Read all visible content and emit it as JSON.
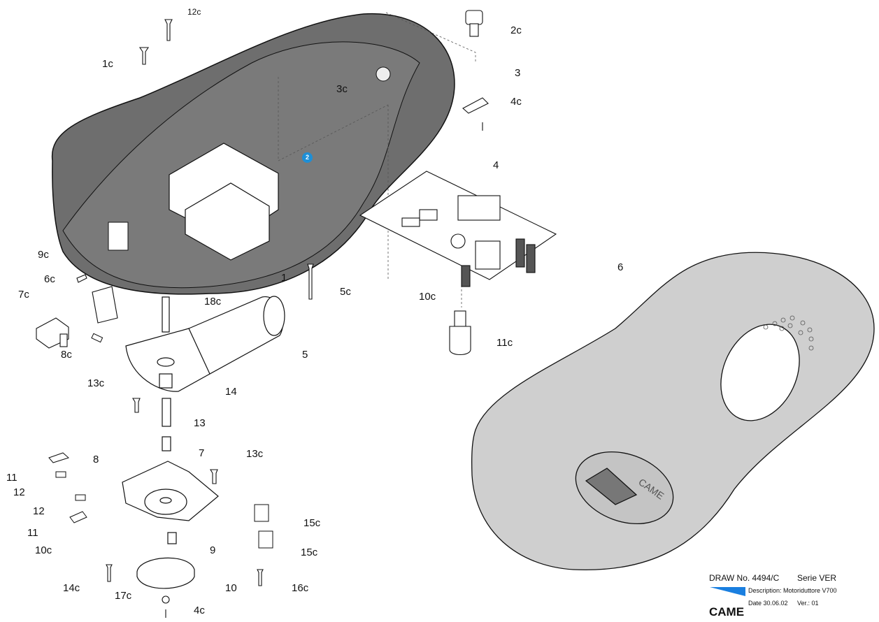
{
  "diagram": {
    "callouts": {
      "l12c": "12c",
      "l2c": "2c",
      "l1c": "1c",
      "l3": "3",
      "l3c": "3c",
      "l4c_top": "4c",
      "l4": "4",
      "l9c": "9c",
      "l6c": "6c",
      "l1": "1",
      "l5c": "5c",
      "l7c": "7c",
      "l18c": "18c",
      "l10c_mid": "10c",
      "l6": "6",
      "l11c": "11c",
      "l8c": "8c",
      "l5": "5",
      "l13c_a": "13c",
      "l14": "14",
      "l13": "13",
      "l8": "8",
      "l7": "7",
      "l13c_b": "13c",
      "l11_a": "11",
      "l12_a": "12",
      "l12_b": "12",
      "l11_b": "11",
      "l10c_low": "10c",
      "l15c_a": "15c",
      "l15c_b": "15c",
      "l9": "9",
      "l14c": "14c",
      "l17c": "17c",
      "l10": "10",
      "l16c": "16c",
      "l4c_bottom": "4c"
    },
    "marker": {
      "label": "2",
      "color": "#1e8fd6"
    },
    "cover_logo_text": "CAME"
  },
  "title_block": {
    "draw_no": "DRAW No. 4494/C",
    "serie": "Serie  VER",
    "description": "Description: Motoriduttore V700",
    "date": "Date 30.06.02",
    "version": "Ver.: 01",
    "brand": "CAME",
    "brand_color": "#1a7fe0"
  },
  "colors": {
    "housing": "#6e6e6e",
    "cover": "#cfcfcf"
  }
}
